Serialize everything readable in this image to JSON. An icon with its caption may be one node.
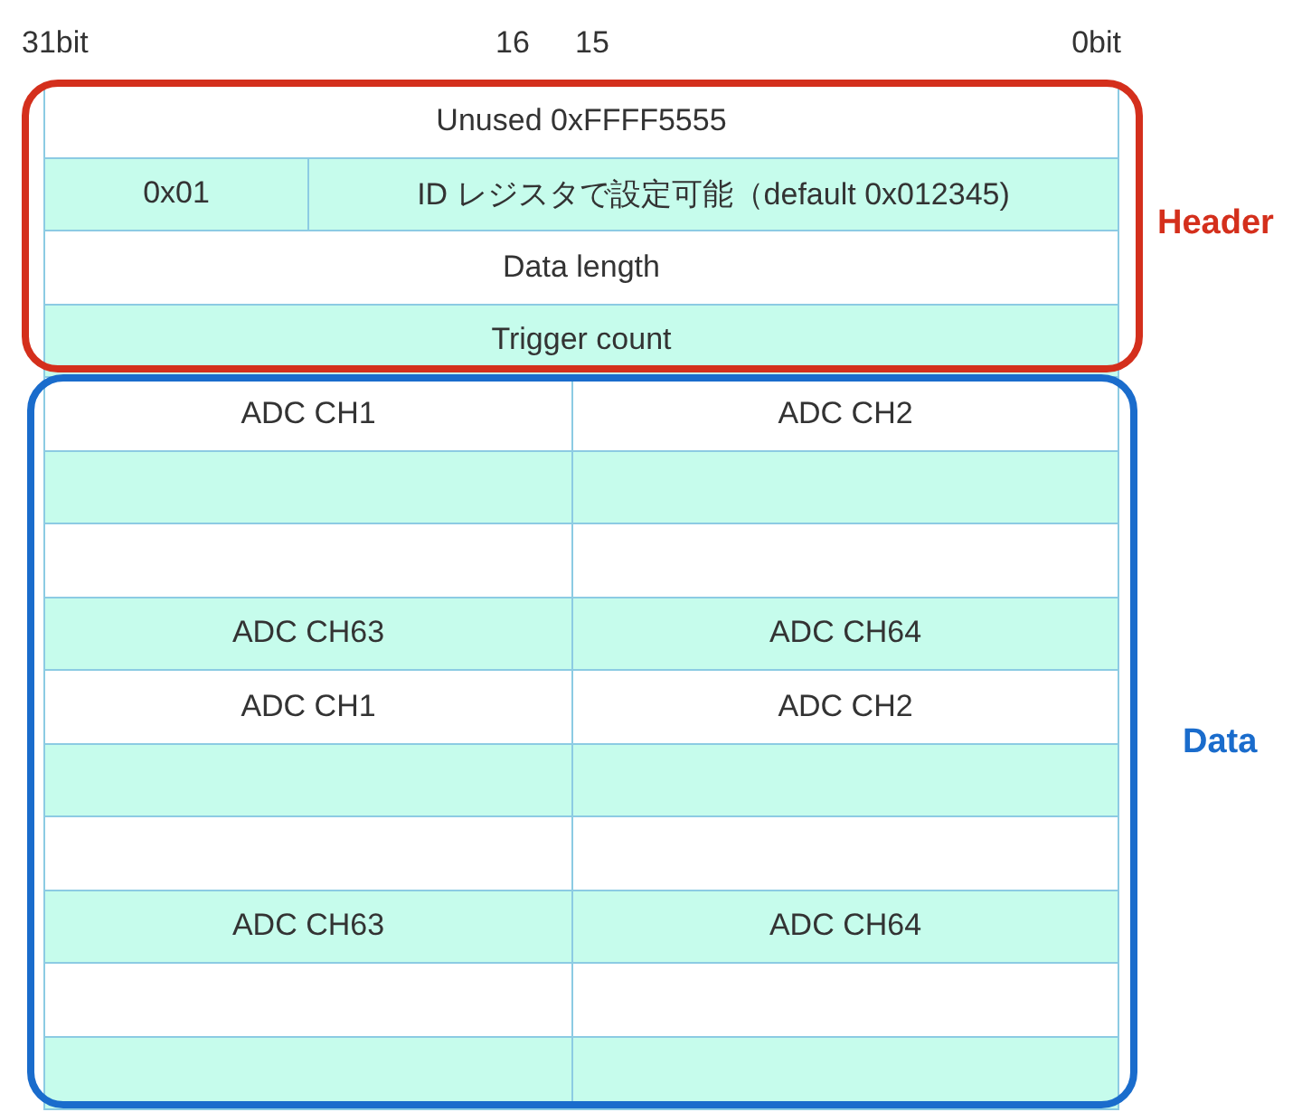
{
  "diagram": {
    "nodes": [
      {
        "text": [
          "Header"
        ]
      },
      {
        "text": [
          "Data"
        ]
      }
    ],
    "labels": [
      "31bit",
      "16",
      "15",
      "0bit",
      "Unused 0xFFFF5555",
      "0x01",
      "ID レジスタで設定可能（default 0x012345)",
      "Data length",
      "Trigger count",
      "ADC CH1",
      "ADC CH2",
      "ADC CH63",
      "ADC CH64",
      "ADC CH1",
      "ADC CH2",
      "ADC CH63",
      "ADC CH64"
    ]
  }
}
